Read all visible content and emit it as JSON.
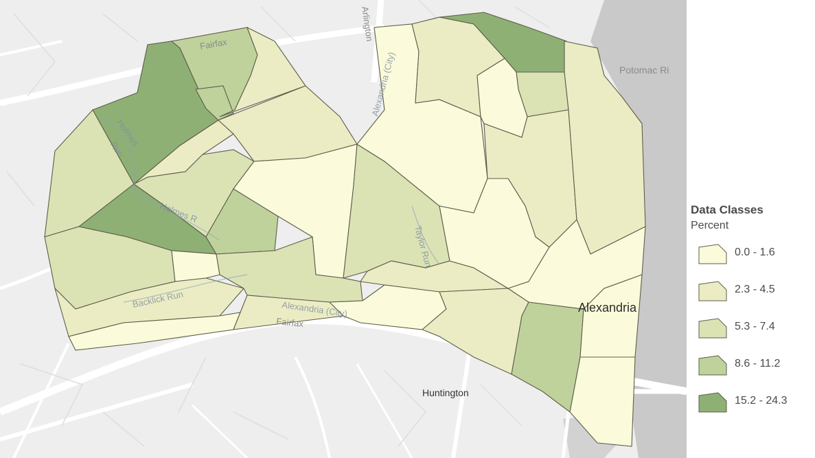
{
  "legend": {
    "title": "Data Classes",
    "subtitle": "Percent",
    "classes": [
      {
        "label": "0.0 - 1.6",
        "color": "#fbfbdb"
      },
      {
        "label": "2.3 - 4.5",
        "color": "#ececc4"
      },
      {
        "label": "5.3 - 7.4",
        "color": "#dbe3b5"
      },
      {
        "label": "8.6 - 11.2",
        "color": "#bfd29c"
      },
      {
        "label": "15.2 - 24.3",
        "color": "#8fb075"
      }
    ]
  },
  "map": {
    "basemap_color": "#eeeeee",
    "water_color": "#c9c9c9",
    "labels": {
      "fairfax_top": "Fairfax",
      "arlington": "Arlington",
      "alexandria_city_top": "Alexandria (City)",
      "potomac": "Potomac Ri",
      "holmes_run_1": "Holmes",
      "holmes_run_2": "Run",
      "holmes_run_3": "Holmes R",
      "backlick_run": "Backlick Run",
      "taylor_run": "Taylor Run",
      "alexandria_city_bottom": "Alexandria (City)",
      "fairfax_bottom": "Fairfax",
      "huntington": "Huntington",
      "alexandria": "Alexandria"
    }
  }
}
